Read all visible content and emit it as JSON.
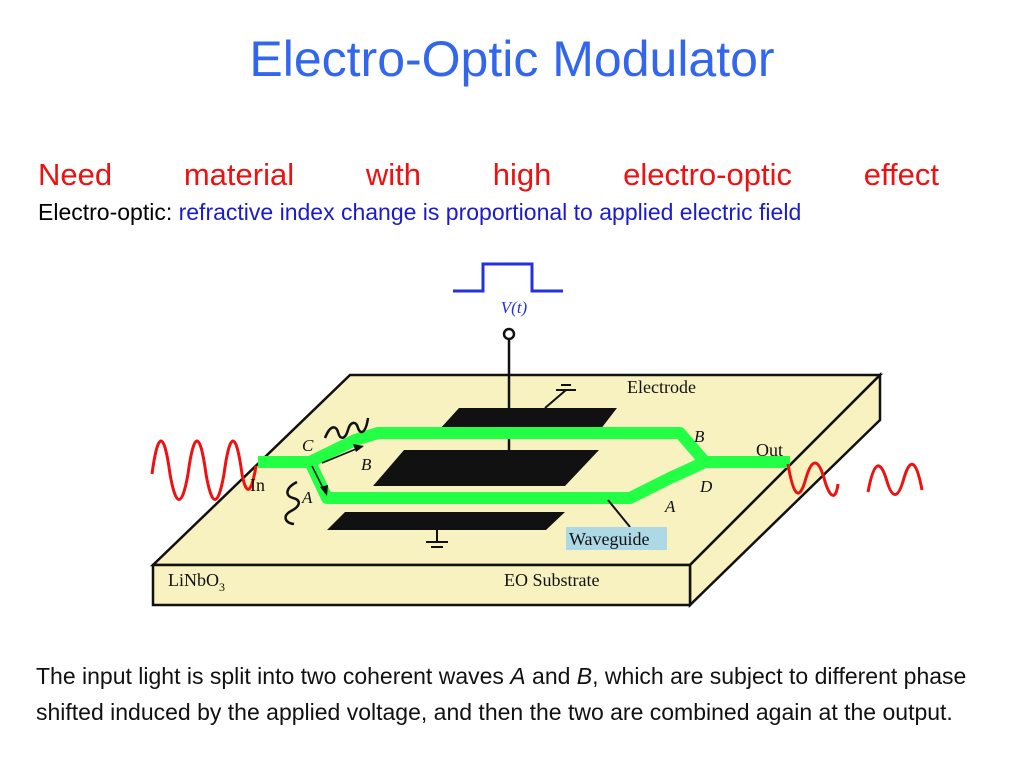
{
  "title": "Electro-Optic Modulator",
  "intro": {
    "line1_words": [
      "Need",
      "material",
      "with",
      "high",
      "electro-optic",
      "effect"
    ],
    "line2_lead": "Electro-optic:",
    "line2_text": "refractive index change is proportional to applied electric field"
  },
  "diagram": {
    "voltage_label": "V(t)",
    "electrode_label": "Electrode",
    "in_label": "In",
    "out_label": "Out",
    "label_a_left": "A",
    "label_b_left": "B",
    "label_c": "C",
    "label_b_right": "B",
    "label_a_right": "A",
    "label_d": "D",
    "waveguide_label": "Waveguide",
    "substrate_material": "LiNbO",
    "substrate_material_sub": "3",
    "substrate_label": "EO Substrate",
    "colors": {
      "substrate_top": "#f7f2c0",
      "waveguide": "#22ff44",
      "electrode": "#111111",
      "signal": "#ee1111",
      "voltage_pulse": "#2233dd",
      "waveguide_label_bg": "#add8e6"
    }
  },
  "caption": {
    "part1": "The input light is split into two coherent waves ",
    "a": "A",
    "part2": " and ",
    "b": "B",
    "part3": ", which are subject to different phase shifted induced by the applied voltage, and then the two are combined again at the output."
  }
}
